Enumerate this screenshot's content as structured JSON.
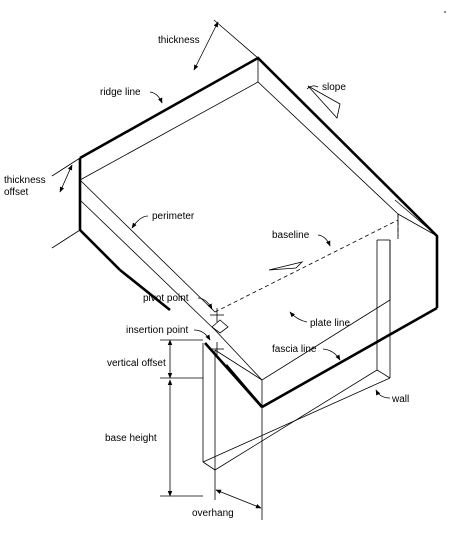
{
  "labels": {
    "thickness": "thickness",
    "ridge_line": "ridge line",
    "slope": "slope",
    "thickness_offset_1": "thickness",
    "thickness_offset_2": "offset",
    "perimeter": "perimeter",
    "baseline": "baseline",
    "pivot_point": "pivot point",
    "insertion_point": "insertion point",
    "plate_line": "plate line",
    "vertical_offset": "vertical offset",
    "fascia_line": "fascia line",
    "wall": "wall",
    "base_height": "base height",
    "overhang": "overhang"
  }
}
